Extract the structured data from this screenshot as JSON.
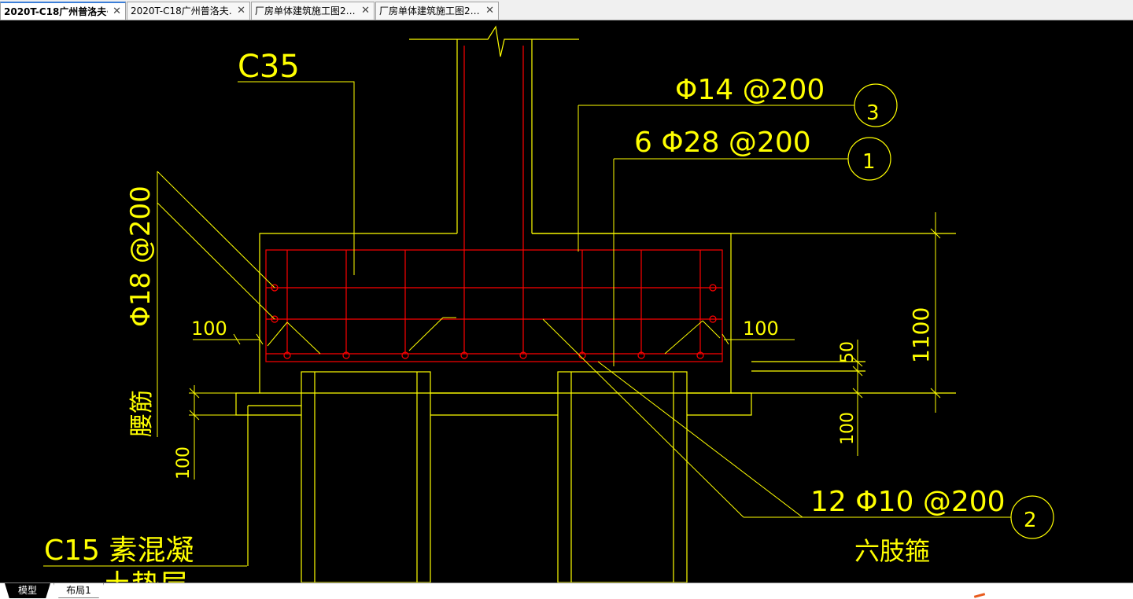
{
  "tabs": [
    {
      "label": "2020T-C18广州普洛夫·",
      "active": true
    },
    {
      "label": "2020T-C18广州普洛夫…",
      "active": false
    },
    {
      "label": "厂房单体建筑施工图2…",
      "active": false
    },
    {
      "label": "厂房单体建筑施工图2…",
      "active": false
    }
  ],
  "close_glyph": "✕",
  "drawing": {
    "concrete_grade": "C35",
    "rebar_top": "Φ14 @200",
    "rebar_main": "6 Φ28 @200",
    "rebar_side": "Φ18 @200",
    "rebar_stirrup": "12 Φ10 @200",
    "stirrup_type": "六肢箍",
    "waist_bar": "腰筋",
    "bedding": "C15  素混凝",
    "bedding_cut": "土垫层",
    "dim_100_left": "100",
    "dim_100_right": "100",
    "dim_50": "50",
    "dim_1100": "1100",
    "dim_100_bottom_right": "100",
    "dim_100_bottom_left": "100",
    "callouts": [
      "3",
      "1",
      "2"
    ]
  },
  "layout_tabs": {
    "model": "模型",
    "layout1": "布局1"
  },
  "colors": {
    "background": "#000000",
    "lines": "#ffff00",
    "rebar": "#ff0000",
    "text": "#ffff00",
    "active_tab_accent": "#3c7fd9"
  }
}
